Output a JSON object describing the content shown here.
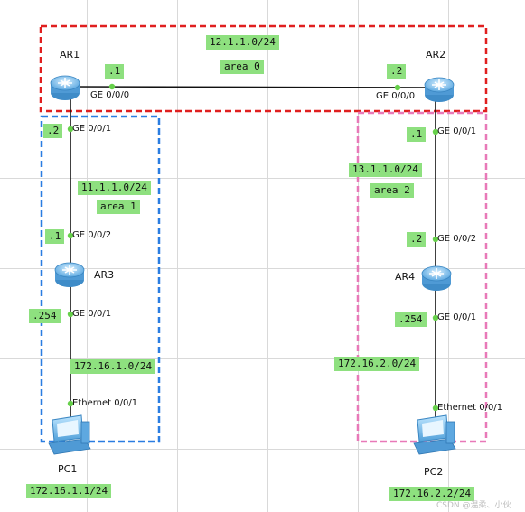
{
  "colors": {
    "area0": "#e01f1f",
    "area1": "#2a7de1",
    "area2": "#e879b8",
    "port_dot": "#66d04a",
    "tag_bg": "#8ee07f",
    "router_body": "#6fb2e6"
  },
  "devices": {
    "ar1": {
      "name": "AR1",
      "icon": "router-icon"
    },
    "ar2": {
      "name": "AR2",
      "icon": "router-icon"
    },
    "ar3": {
      "name": "AR3",
      "icon": "router-icon"
    },
    "ar4": {
      "name": "AR4",
      "icon": "router-icon"
    },
    "pc1": {
      "name": "PC1",
      "icon": "pc-icon"
    },
    "pc2": {
      "name": "PC2",
      "icon": "pc-icon"
    }
  },
  "interfaces": {
    "ar1_g000": "GE 0/0/0",
    "ar2_g000": "GE 0/0/0",
    "ar1_g001": "GE 0/0/1",
    "ar2_g001": "GE 0/0/1",
    "ar3_g002": "GE 0/0/2",
    "ar4_g002": "GE 0/0/2",
    "ar3_g001": "GE 0/0/1",
    "ar4_g001": "GE 0/0/1",
    "pc1_eth": "Ethernet 0/0/1",
    "pc2_eth": "Ethernet 0/0/1"
  },
  "host_ids": {
    "ar1_g000": ".1",
    "ar2_g000": ".2",
    "ar1_g001": ".2",
    "ar2_g001": ".1",
    "ar3_g002": ".1",
    "ar4_g002": ".2",
    "ar3_g001": ".254",
    "ar4_g001": ".254"
  },
  "networks": {
    "n12": "12.1.1.0/24",
    "n11": "11.1.1.0/24",
    "n13": "13.1.1.0/24",
    "lan1": "172.16.1.0/24",
    "lan2": "172.16.2.0/24"
  },
  "areas": {
    "a0": "area 0",
    "a1": "area 1",
    "a2": "area 2"
  },
  "pc_ips": {
    "pc1": "172.16.1.1/24",
    "pc2": "172.16.2.2/24"
  },
  "watermark": "CSDN @温柔、小伙"
}
